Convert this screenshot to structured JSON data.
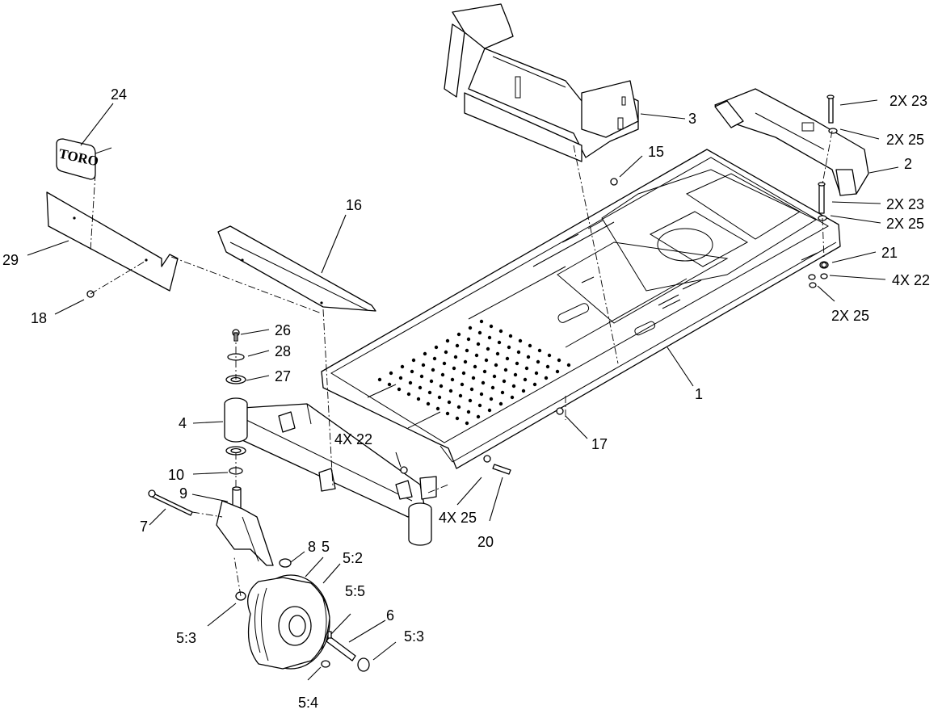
{
  "diagram": {
    "type": "exploded-parts-diagram",
    "logo_text": "TORO",
    "callouts": [
      {
        "id": "c-24",
        "text": "24"
      },
      {
        "id": "c-29",
        "text": "29"
      },
      {
        "id": "c-18",
        "text": "18"
      },
      {
        "id": "c-16",
        "text": "16"
      },
      {
        "id": "c-3",
        "text": "3"
      },
      {
        "id": "c-15",
        "text": "15"
      },
      {
        "id": "c-2x23-top",
        "text": "2X 23"
      },
      {
        "id": "c-2x25-top",
        "text": "2X 25"
      },
      {
        "id": "c-2",
        "text": "2"
      },
      {
        "id": "c-2x23-mid",
        "text": "2X 23"
      },
      {
        "id": "c-2x25-mid",
        "text": "2X 25"
      },
      {
        "id": "c-21",
        "text": "21"
      },
      {
        "id": "c-4x22-right",
        "text": "4X 22"
      },
      {
        "id": "c-2x25-low",
        "text": "2X 25"
      },
      {
        "id": "c-1",
        "text": "1"
      },
      {
        "id": "c-26",
        "text": "26"
      },
      {
        "id": "c-28",
        "text": "28"
      },
      {
        "id": "c-27",
        "text": "27"
      },
      {
        "id": "c-4",
        "text": "4"
      },
      {
        "id": "c-4x22-left",
        "text": "4X 22"
      },
      {
        "id": "c-17",
        "text": "17"
      },
      {
        "id": "c-10",
        "text": "10"
      },
      {
        "id": "c-9",
        "text": "9"
      },
      {
        "id": "c-7",
        "text": "7"
      },
      {
        "id": "c-4x25",
        "text": "4X 25"
      },
      {
        "id": "c-20",
        "text": "20"
      },
      {
        "id": "c-8",
        "text": "8"
      },
      {
        "id": "c-5",
        "text": "5"
      },
      {
        "id": "c-5-2",
        "text": "5:2"
      },
      {
        "id": "c-5-5",
        "text": "5:5"
      },
      {
        "id": "c-6",
        "text": "6"
      },
      {
        "id": "c-5-3-left",
        "text": "5:3"
      },
      {
        "id": "c-5-3-right",
        "text": "5:3"
      },
      {
        "id": "c-5-4",
        "text": "5:4"
      }
    ]
  }
}
